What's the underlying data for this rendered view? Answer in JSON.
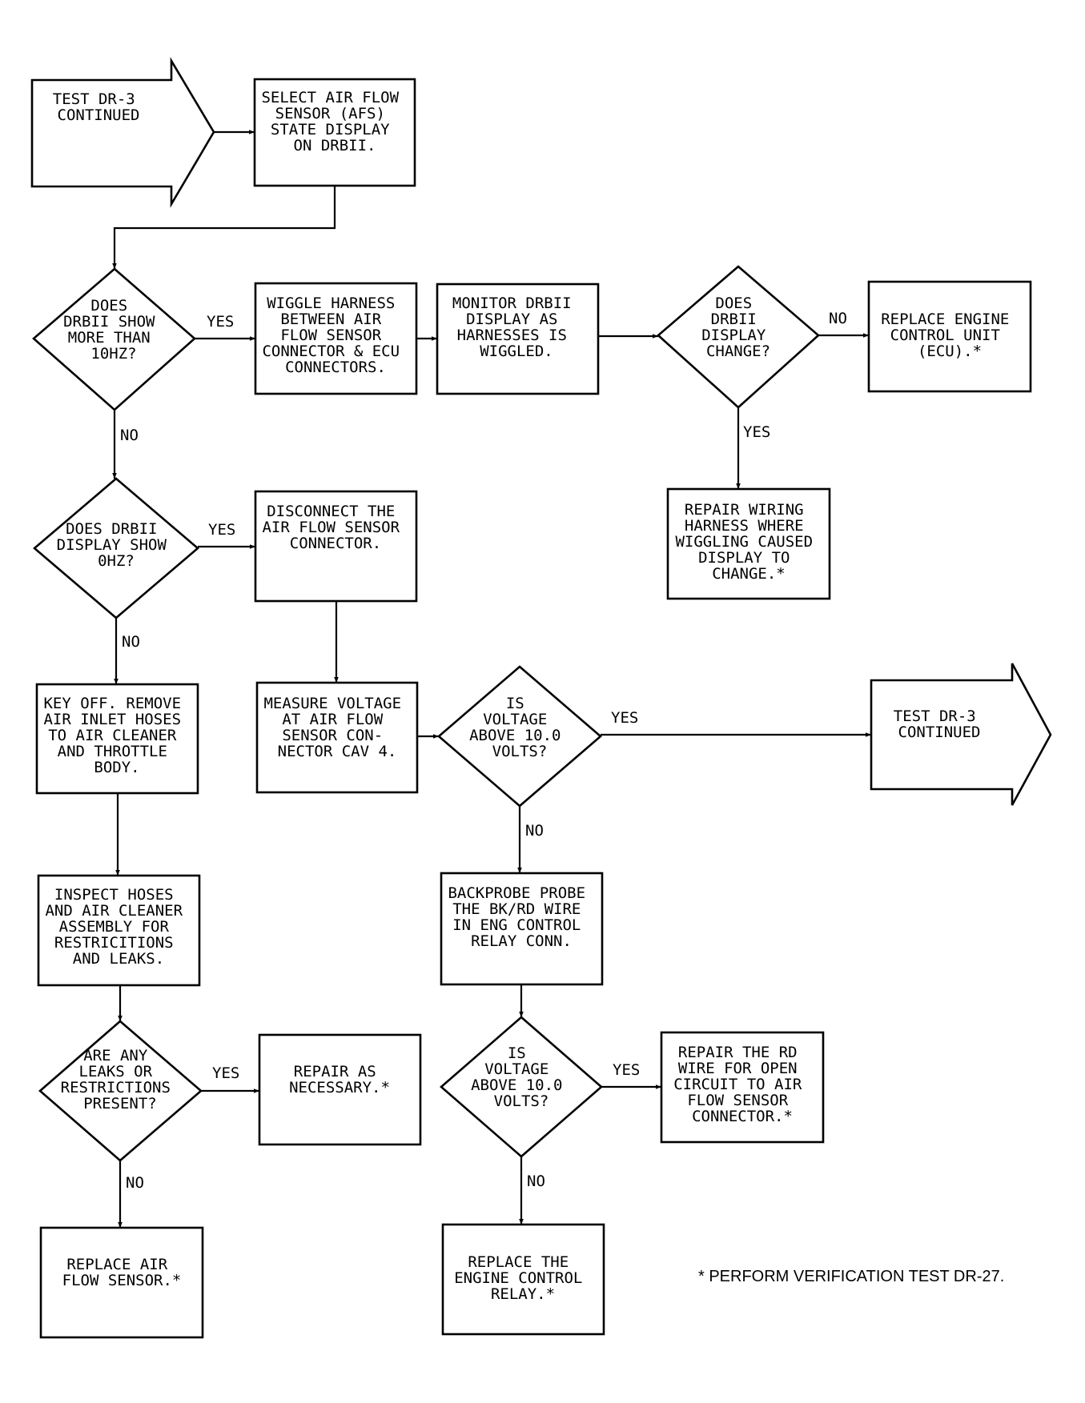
{
  "nodes": {
    "start_arrow": [
      "TEST DR-3",
      "CONTINUED"
    ],
    "select_afs": [
      "SELECT AIR FLOW",
      "SENSOR (AFS)",
      "STATE DISPLAY",
      "ON DRBII."
    ],
    "q_more_10hz": [
      "DOES",
      "DRBII SHOW",
      "MORE THAN",
      "10HZ?"
    ],
    "wiggle": [
      "WIGGLE HARNESS",
      "BETWEEN AIR",
      "FLOW SENSOR",
      "CONNECTOR & ECU",
      "CONNECTORS."
    ],
    "monitor": [
      "MONITOR DRBII",
      "DISPLAY AS",
      "HARNESSES IS",
      "WIGGLED."
    ],
    "q_display_change": [
      "DOES",
      "DRBII",
      "DISPLAY",
      "CHANGE?"
    ],
    "replace_ecu": [
      "REPLACE ENGINE",
      "CONTROL UNIT",
      "(ECU).*"
    ],
    "repair_wiring": [
      "REPAIR WIRING",
      "HARNESS WHERE",
      "WIGGLING CAUSED",
      "DISPLAY TO",
      "CHANGE.*"
    ],
    "q_0hz": [
      "DOES DRBII",
      "DISPLAY SHOW",
      "0HZ?"
    ],
    "disconnect": [
      "DISCONNECT THE",
      "AIR FLOW SENSOR",
      "CONNECTOR."
    ],
    "key_off": [
      "KEY OFF. REMOVE",
      "AIR INLET HOSES",
      "TO AIR CLEANER",
      "AND THROTTLE",
      "BODY."
    ],
    "measure": [
      "MEASURE VOLTAGE",
      "AT AIR FLOW",
      "SENSOR CON-",
      "NECTOR CAV 4."
    ],
    "q_voltage1": [
      "IS",
      "VOLTAGE",
      "ABOVE 10.0",
      "VOLTS?"
    ],
    "end_arrow": [
      "TEST DR-3",
      "CONTINUED"
    ],
    "inspect": [
      "INSPECT HOSES",
      "AND AIR CLEANER",
      "ASSEMBLY FOR",
      "RESTRICITIONS",
      "AND LEAKS."
    ],
    "backprobe": [
      "BACKPROBE PROBE",
      "THE BK/RD WIRE",
      "IN ENG CONTROL",
      "RELAY CONN."
    ],
    "q_leaks": [
      "ARE ANY",
      "LEAKS OR",
      "RESTRICTIONS",
      "PRESENT?"
    ],
    "repair_necessary": [
      "REPAIR AS",
      "NECESSARY.*"
    ],
    "q_voltage2": [
      "IS",
      "VOLTAGE",
      "ABOVE 10.0",
      "VOLTS?"
    ],
    "repair_rd": [
      "REPAIR THE RD",
      "WIRE FOR OPEN",
      "CIRCUIT TO AIR",
      "FLOW SENSOR",
      "CONNECTOR.*"
    ],
    "replace_afs": [
      "REPLACE AIR",
      "FLOW SENSOR.*"
    ],
    "replace_relay": [
      "REPLACE THE",
      "ENGINE CONTROL",
      "RELAY.*"
    ]
  },
  "edges": [
    {
      "id": "start_to_select",
      "label": ""
    },
    {
      "id": "select_to_q1",
      "label": ""
    },
    {
      "id": "q1_yes",
      "label": "YES"
    },
    {
      "id": "wiggle_to_monitor",
      "label": ""
    },
    {
      "id": "monitor_to_qchange",
      "label": ""
    },
    {
      "id": "qchange_no",
      "label": "NO"
    },
    {
      "id": "qchange_yes",
      "label": "YES"
    },
    {
      "id": "q1_no",
      "label": "NO"
    },
    {
      "id": "q0hz_yes",
      "label": "YES"
    },
    {
      "id": "q0hz_no",
      "label": "NO"
    },
    {
      "id": "disconnect_to_measure",
      "label": ""
    },
    {
      "id": "measure_to_qv1",
      "label": ""
    },
    {
      "id": "qv1_yes",
      "label": "YES"
    },
    {
      "id": "qv1_no",
      "label": "NO"
    },
    {
      "id": "keyoff_to_inspect",
      "label": ""
    },
    {
      "id": "inspect_to_qleaks",
      "label": ""
    },
    {
      "id": "qleaks_yes",
      "label": "YES"
    },
    {
      "id": "qleaks_no",
      "label": "NO"
    },
    {
      "id": "backprobe_to_qv2",
      "label": ""
    },
    {
      "id": "qv2_yes",
      "label": "YES"
    },
    {
      "id": "qv2_no",
      "label": "NO"
    }
  ],
  "footnote": "* PERFORM VERIFICATION TEST DR-27."
}
